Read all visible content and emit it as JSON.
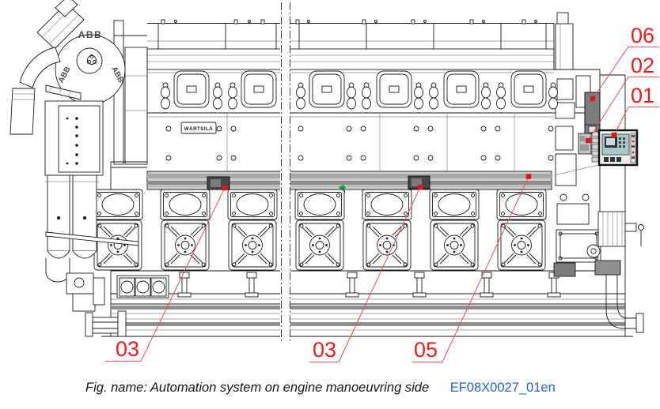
{
  "figure": {
    "caption": "Fig. name: Automation system on engine manoeuvring side",
    "doc_code": "EF08X0027_01en"
  },
  "diagram": {
    "engine_brand": "WÄRTSILÄ",
    "turbo_brand": "ABB",
    "callouts": [
      {
        "label": "06"
      },
      {
        "label": "02"
      },
      {
        "label": "01"
      },
      {
        "label": "03"
      },
      {
        "label": "03"
      },
      {
        "label": "05"
      }
    ],
    "colors": {
      "annotation_red": "#ee1d1d",
      "leader_red": "#e05555",
      "cable_rail_gray": "#a8a8a8",
      "cabinet_gray": "#7d7d7d",
      "marker_green": "#0aa23c",
      "doc_code_blue": "#2a5fd0"
    }
  }
}
